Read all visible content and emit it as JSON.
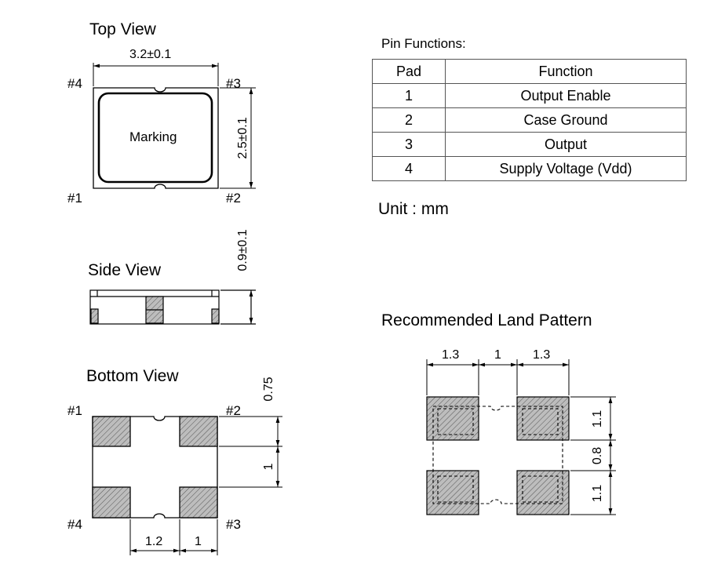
{
  "views": {
    "top_title": "Top View",
    "side_title": "Side View",
    "bottom_title": "Bottom View",
    "land_title": "Recommended Land Pattern",
    "marking": "Marking"
  },
  "pads": {
    "top": {
      "tl": "#4",
      "tr": "#3",
      "bl": "#1",
      "br": "#2"
    },
    "bottom": {
      "tl": "#1",
      "tr": "#2",
      "bl": "#4",
      "br": "#3"
    }
  },
  "dimensions": {
    "top_width": "3.2±0.1",
    "top_height": "2.5±0.1",
    "side_height": "0.9±0.1",
    "bottom_075": "0.75",
    "bottom_1_vert": "1",
    "bottom_12": "1.2",
    "bottom_1_horiz": "1",
    "land_13_left": "1.3",
    "land_1": "1",
    "land_13_right": "1.3",
    "land_11_top": "1.1",
    "land_08": "0.8",
    "land_11_bottom": "1.1"
  },
  "pin_functions": {
    "title": "Pin Functions:",
    "headers": [
      "Pad",
      "Function"
    ],
    "rows": [
      {
        "pad": "1",
        "function": "Output Enable"
      },
      {
        "pad": "2",
        "function": "Case Ground"
      },
      {
        "pad": "3",
        "function": "Output"
      },
      {
        "pad": "4",
        "function": "Supply Voltage (Vdd)"
      }
    ]
  },
  "unit": "Unit : mm"
}
